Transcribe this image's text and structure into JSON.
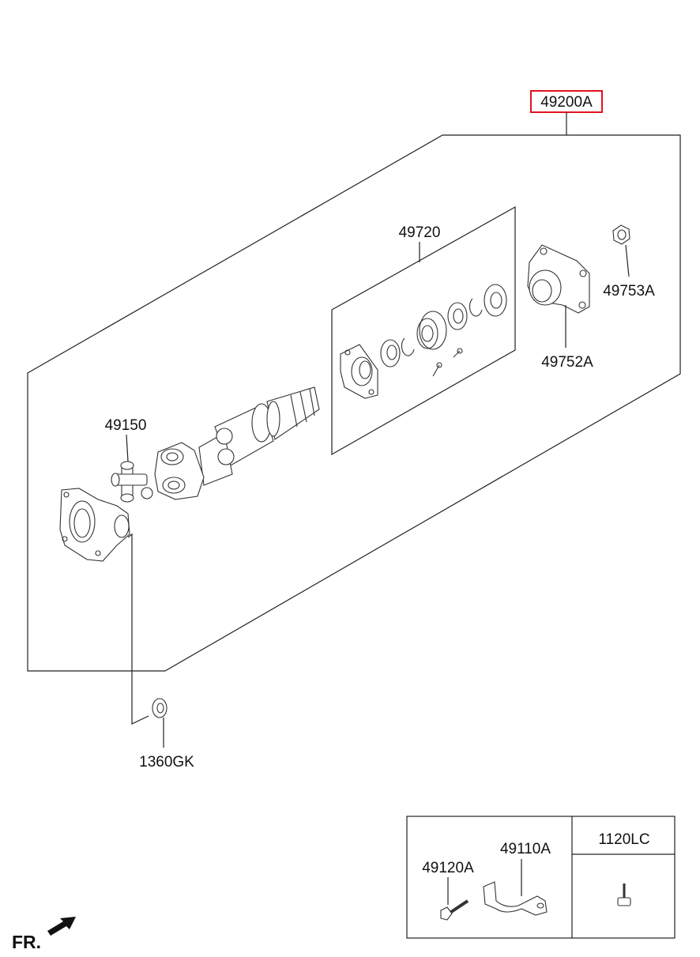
{
  "labels": {
    "assembly": "49200A",
    "bearing_kit": "49720",
    "nut": "49753A",
    "flange": "49752A",
    "spider": "49150",
    "washer": "1360GK",
    "bolt": "49120A",
    "bracket": "49110A",
    "screw": "1120LC"
  },
  "direction": {
    "text": "FR."
  },
  "colors": {
    "highlight_box": "#e0141e",
    "line": "#222222"
  }
}
